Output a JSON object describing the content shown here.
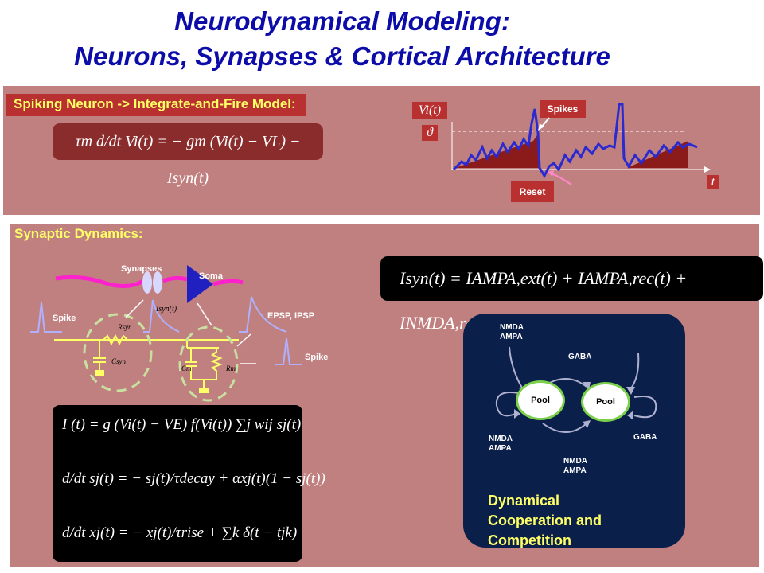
{
  "slide": {
    "title_line1": "Neurodynamical Modeling:",
    "title_line2": "Neurons, Synapses & Cortical Architecture"
  },
  "spiking": {
    "header": "Spiking Neuron -> Integrate-and-Fire Model:",
    "equation": "τm d/dt Vi(t) = − gm (Vi(t) − VL) − Isyn(t)",
    "plot": {
      "y_label": "Vi(t)",
      "threshold_label": "ϑ",
      "x_label": "t",
      "spikes_label": "Spikes",
      "reset_label": "Reset"
    }
  },
  "synaptic": {
    "header": "Synaptic Dynamics:",
    "isyn_equation": "Isyn(t) = IAMPA,ext(t) + IAMPA,rec(t) + INMDA,rec(t) + IGABA,rec(t)",
    "circuit": {
      "synapses_label": "Synapses",
      "soma_label": "Soma",
      "spike_in_label": "Spike",
      "isyn_label": "Isyn(t)",
      "epsp_label": "EPSP, IPSP",
      "spike_out_label": "Spike",
      "rsyn_label": "Rsyn",
      "csyn_label": "Csyn",
      "cm_label": "Cm",
      "rm_label": "Rm"
    },
    "equations": [
      "I (t) = g (Vi(t) − VE) f(Vi(t)) ∑j wij sj(t)",
      "d/dt sj(t) = − sj(t)/τdecay + αxj(t)(1 − sj(t))",
      "d/dt xj(t) = − xj(t)/τrise + ∑k δ(t − tjk)"
    ],
    "network": {
      "pool_left": "Pool",
      "pool_right": "Pool",
      "top_left_label_1": "NMDA",
      "top_left_label_2": "AMPA",
      "gaba_top": "GABA",
      "left_label_1": "NMDA",
      "left_label_2": "AMPA",
      "bottom_label_1": "NMDA",
      "bottom_label_2": "AMPA",
      "gaba_right": "GABA",
      "caption_1": "Dynamical",
      "caption_2": "Cooperation and",
      "caption_3": "Competition"
    }
  }
}
